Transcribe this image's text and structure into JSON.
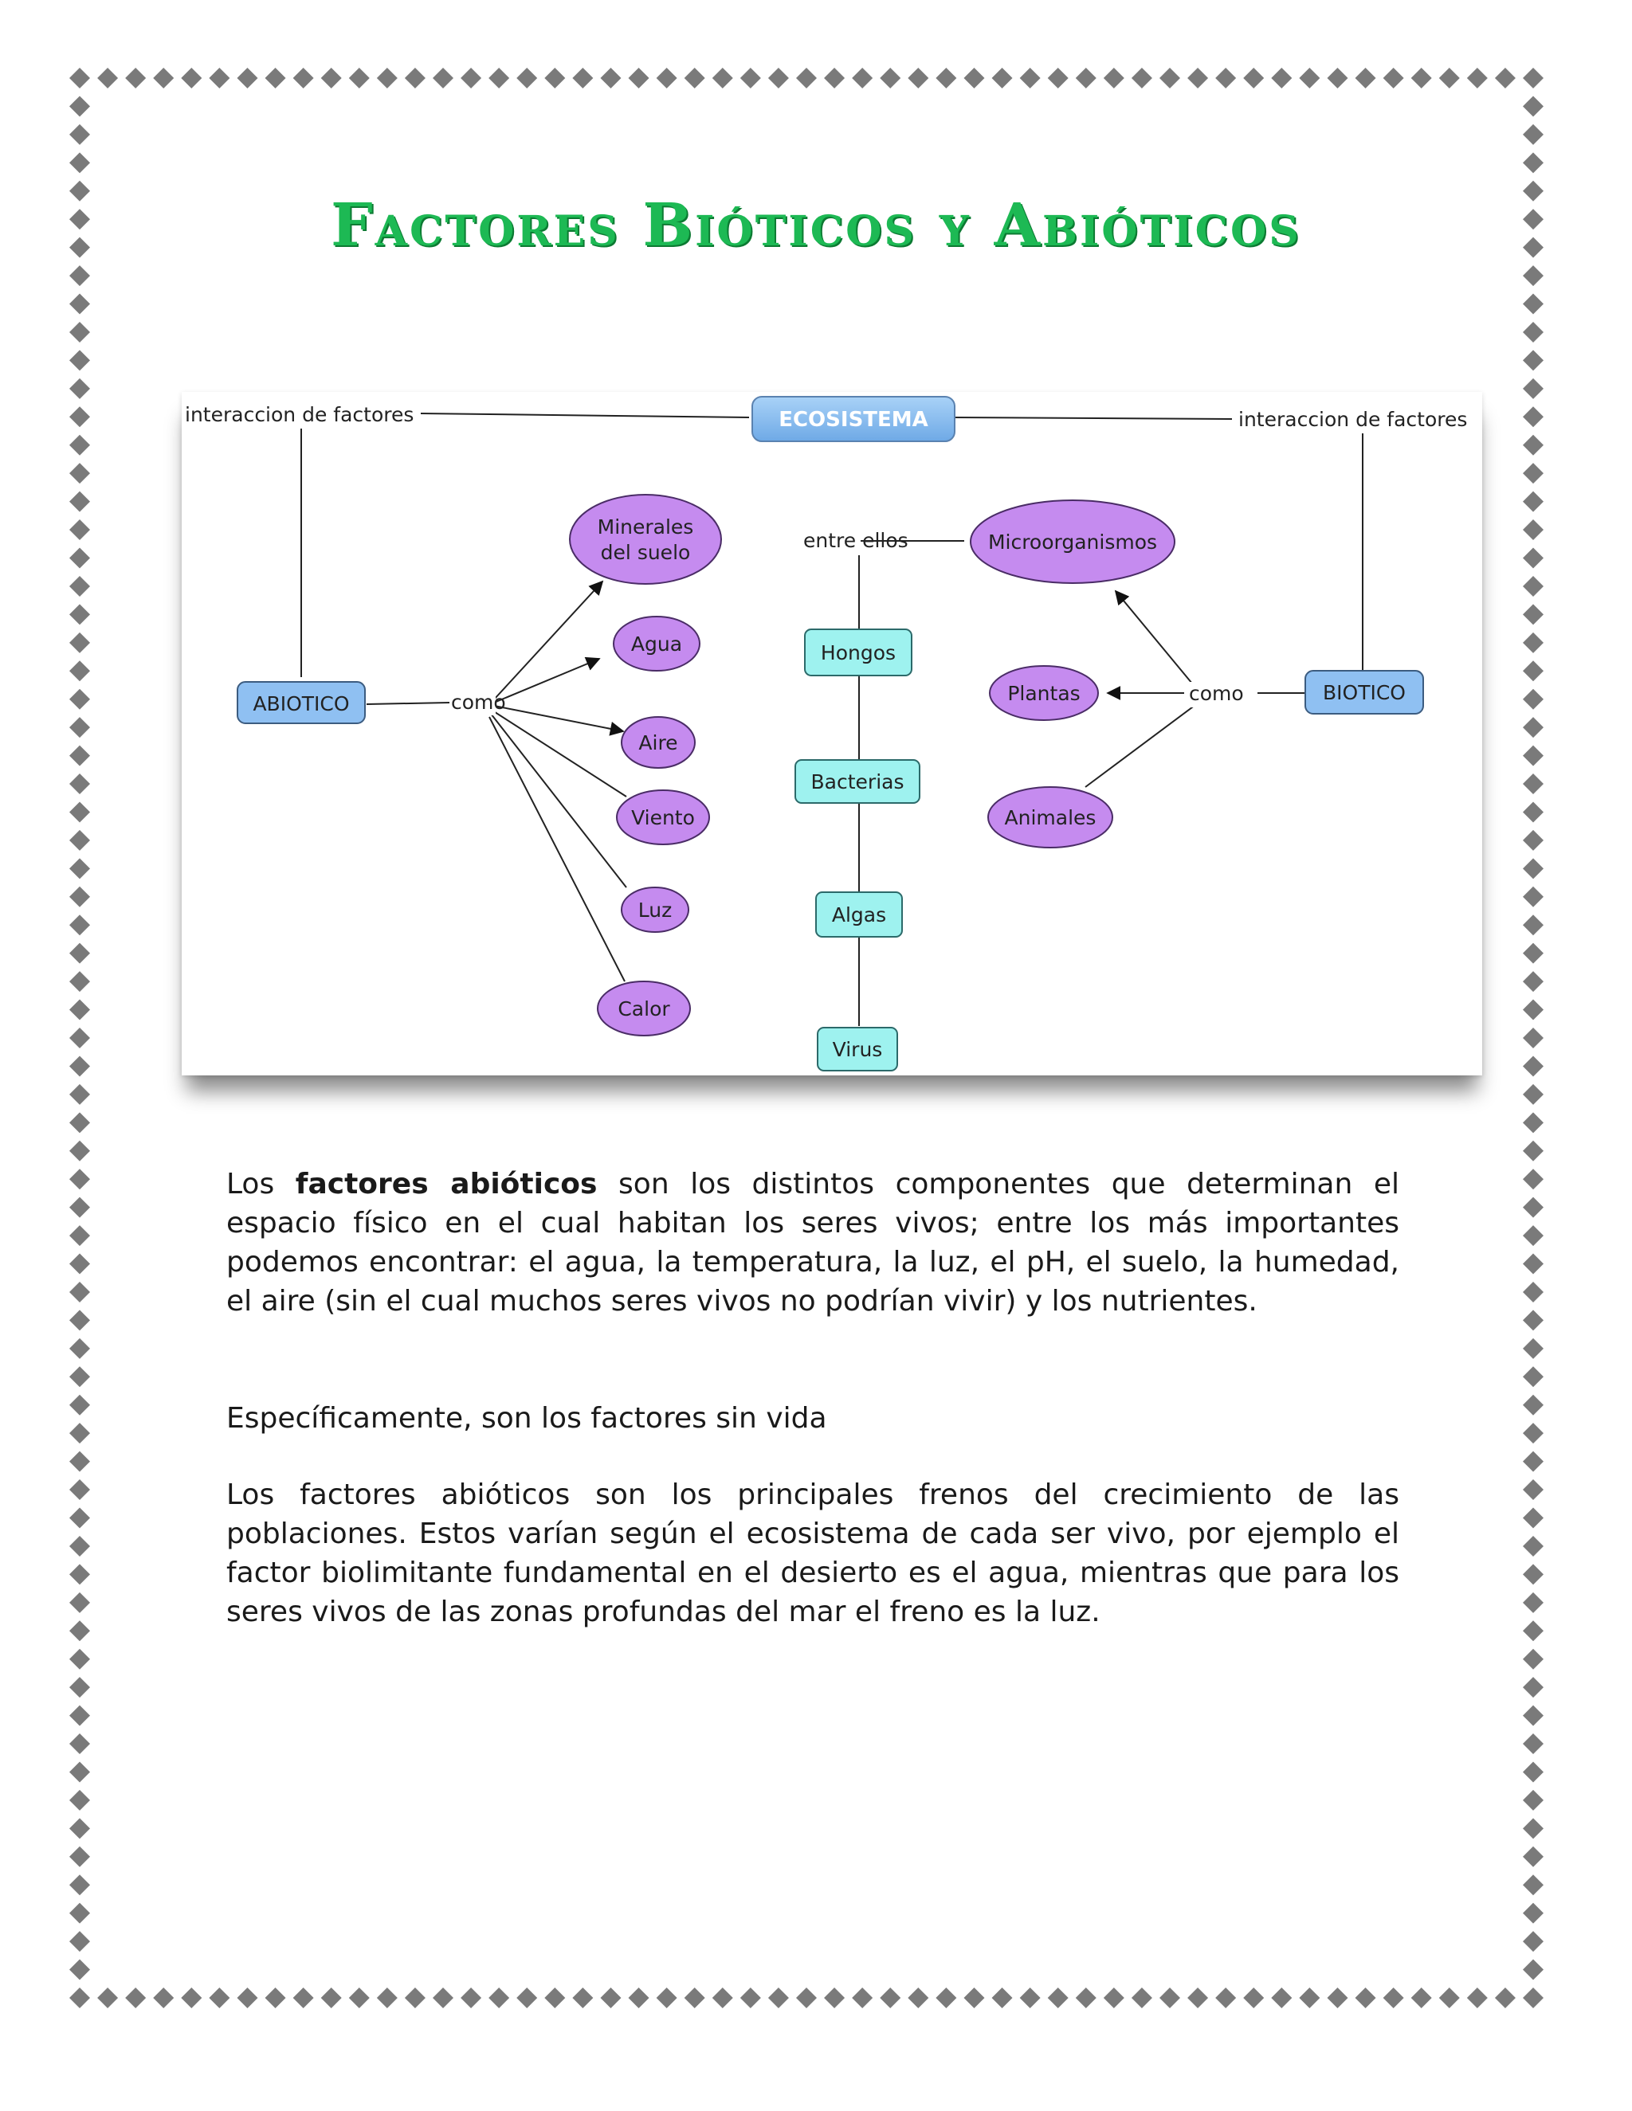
{
  "title": "Factores Bióticos y Abióticos",
  "concept_map": {
    "root": "ECOSISTEMA",
    "left_link": "interaccion de factores",
    "right_link": "interaccion de factores",
    "abiotic": {
      "label": "ABIOTICO",
      "link": "como",
      "items": [
        "Minerales del suelo",
        "Agua",
        "Aire",
        "Viento",
        "Luz",
        "Calor"
      ]
    },
    "biotic": {
      "label": "BIOTICO",
      "link": "como",
      "items": [
        "Microorganismos",
        "Plantas",
        "Animales"
      ]
    },
    "micro": {
      "link": "entre ellos",
      "items": [
        "Hongos",
        "Bacterias",
        "Algas",
        "Virus"
      ]
    }
  },
  "paragraphs": {
    "p1": {
      "pre": "Los ",
      "bold": "factores abióticos",
      "post": " son los distintos componentes que determinan el espacio físico en el cual habitan los seres vivos; entre los más importantes podemos encontrar: el agua, la temperatura, la luz, el pH, el suelo, la humedad, el aire (sin el cual muchos seres vivos no podrían vivir) y los nutrientes."
    },
    "p2": "Específicamente, son los factores sin vida",
    "p3": "Los factores abióticos son los principales frenos del crecimiento de las poblaciones. Estos varían según el ecosistema de cada ser vivo, por ejemplo el factor biolimitante fundamental en el desierto es el agua, mientras que para los seres vivos de las zonas profundas del mar el freno es la luz."
  },
  "colors": {
    "title": "#1db954",
    "border": "#7a7a7a",
    "ellipse": "#c58bef",
    "blue_node": "#8fc0f2",
    "cyan_node": "#9ef2ef"
  }
}
